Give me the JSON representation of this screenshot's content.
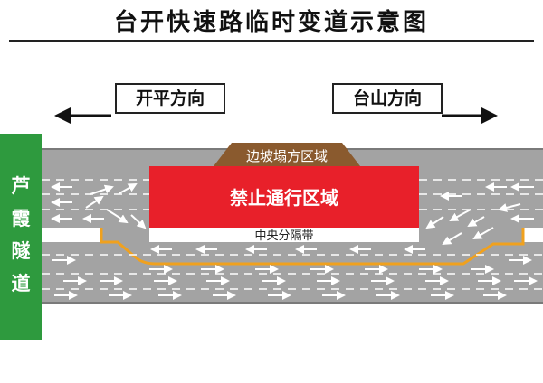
{
  "title": "台开快速路临时变道示意图",
  "direction_left": {
    "label": "开平方向",
    "arrow": "left-arrow"
  },
  "direction_right": {
    "label": "台山方向",
    "arrow": "right-arrow"
  },
  "tunnel": {
    "chars": [
      "芦",
      "霞",
      "隧",
      "道"
    ]
  },
  "zones": {
    "slope_collapse": "边坡塌方区域",
    "no_traffic": "禁止通行区域",
    "median": "中央分隔带"
  },
  "colors": {
    "road": "#a3a3a3",
    "tunnel": "#2e9a3e",
    "no_traffic": "#e8202a",
    "slope": "#8a5a2e",
    "detour_line": "#f0a11e",
    "lane_marks": "#ffffff"
  }
}
